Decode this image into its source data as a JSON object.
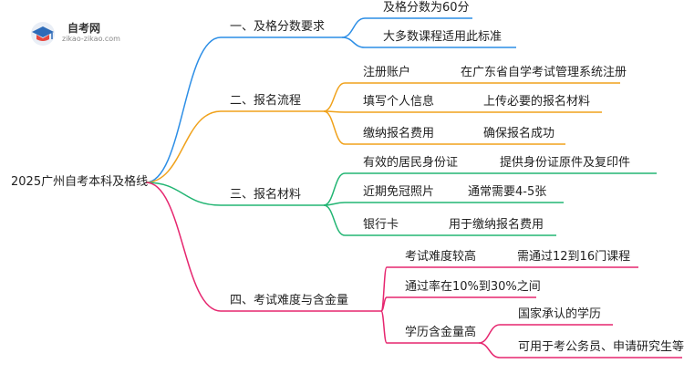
{
  "logo": {
    "name": "自考网",
    "url": "zikao-zikao.com"
  },
  "mindmap": {
    "root": "2025广州自考本科及格线",
    "branches": [
      {
        "label": "一、及格分数要求",
        "color": "#2c8ee6",
        "children": [
          {
            "label": "及格分数为60分"
          },
          {
            "label": "大多数课程适用此标准"
          }
        ]
      },
      {
        "label": "二、报名流程",
        "color": "#f0a21c",
        "children": [
          {
            "label": "注册账户",
            "children": [
              {
                "label": "在广东省自学考试管理系统注册"
              }
            ]
          },
          {
            "label": "填写个人信息",
            "children": [
              {
                "label": "上传必要的报名材料"
              }
            ]
          },
          {
            "label": "缴纳报名费用",
            "children": [
              {
                "label": "确保报名成功"
              }
            ]
          }
        ]
      },
      {
        "label": "三、报名材料",
        "color": "#22b573",
        "children": [
          {
            "label": "有效的居民身份证",
            "children": [
              {
                "label": "提供身份证原件及复印件"
              }
            ]
          },
          {
            "label": "近期免冠照片",
            "children": [
              {
                "label": "通常需要4-5张"
              }
            ]
          },
          {
            "label": "银行卡",
            "children": [
              {
                "label": "用于缴纳报名费用"
              }
            ]
          }
        ]
      },
      {
        "label": "四、考试难度与含金量",
        "color": "#e6266f",
        "children": [
          {
            "label": "考试难度较高",
            "children": [
              {
                "label": "需通过12到16门课程"
              }
            ]
          },
          {
            "label": "通过率在10%到30%之间"
          },
          {
            "label": "学历含金量高",
            "children": [
              {
                "label": "国家承认的学历"
              },
              {
                "label": "可用于考公务员、申请研究生等"
              }
            ]
          }
        ]
      }
    ]
  }
}
